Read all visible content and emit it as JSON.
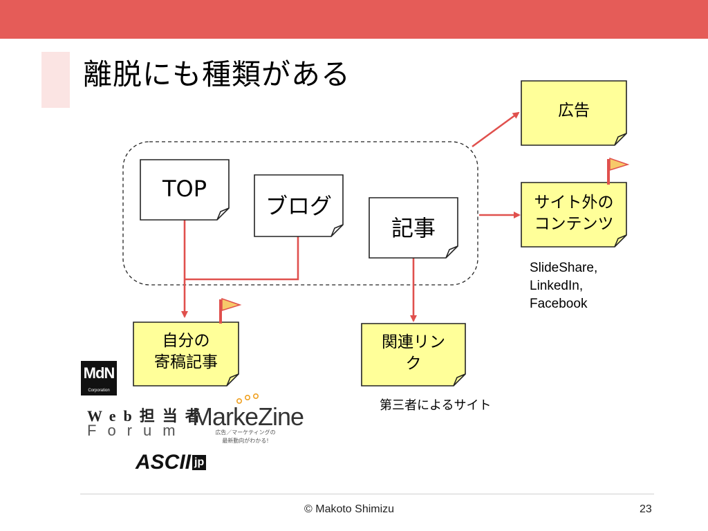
{
  "slide": {
    "title": "離脱にも種類がある",
    "footer": "© Makoto Shimizu",
    "page_number": "23"
  },
  "nodes": {
    "top": "TOP",
    "blog": "ブログ",
    "article": "記事",
    "ad": "広告",
    "external_line1": "サイト外の",
    "external_line2": "コンテンツ",
    "own_line1": "自分の",
    "own_line2": "寄稿記事",
    "related_line1": "関連リン",
    "related_line2": "ク"
  },
  "captions": {
    "external_line1": "SlideShare,",
    "external_line2": "LinkedIn,",
    "external_line3": "Facebook",
    "third_party": "第三者によるサイト"
  },
  "logos": {
    "mdn": "MdN",
    "mdn_sub": "Corporation",
    "web_line1": "Web担当者",
    "web_line2": "Forum",
    "markezine": "MarkeZine",
    "markezine_sub_line1": "広告／マーケティングの",
    "markezine_sub_line2": "最新動向がわかる!",
    "ascii": "ASCII",
    "ascii_jp": "jp"
  },
  "colors": {
    "header_bar": "#e55c58",
    "accent_block": "#fbe4e3",
    "arrow": "#e0504d",
    "sticky_fill": "#ffff99",
    "flag_fill": "#f7c96a"
  }
}
